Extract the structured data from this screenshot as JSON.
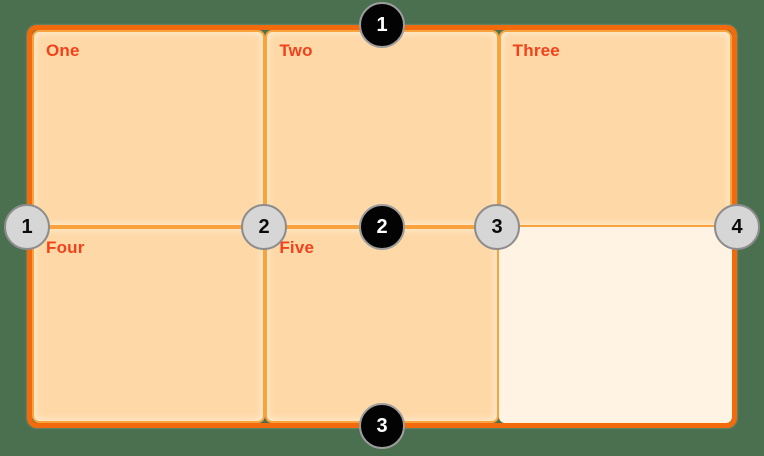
{
  "diagram": {
    "title": "css-grid-line-numbering-diagram",
    "cells": [
      {
        "label": "One"
      },
      {
        "label": "Two"
      },
      {
        "label": "Three"
      },
      {
        "label": "Four"
      },
      {
        "label": "Five"
      },
      {
        "label": ""
      }
    ],
    "row_lines": [
      {
        "value": "1"
      },
      {
        "value": "2"
      },
      {
        "value": "3"
      }
    ],
    "column_lines": [
      {
        "value": "1"
      },
      {
        "value": "2"
      },
      {
        "value": "3"
      },
      {
        "value": "4"
      }
    ],
    "colors": {
      "background": "#4A7050",
      "grid_outer_border": "#F26A0C",
      "cell_inner_border": "#F9A33F",
      "cell_fill": "#FED8A6",
      "empty_cell_fill": "#FFF3E4",
      "cell_label_text": "#F2421C",
      "row_badge_fill": "#030303",
      "row_badge_text": "#FFFFFF",
      "row_badge_border": "#9D9D9D",
      "column_badge_fill": "#D6D6D6",
      "column_badge_text": "#0B0B0B",
      "column_badge_border": "#8D8D8D"
    }
  }
}
